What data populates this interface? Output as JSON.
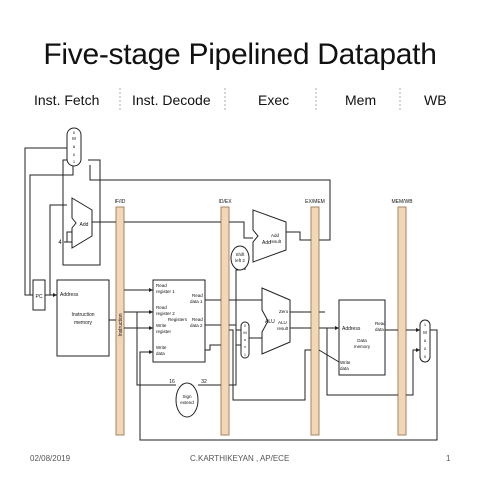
{
  "title": "Five-stage Pipelined Datapath",
  "stages": [
    "Inst. Fetch",
    "Inst. Decode",
    "Exec",
    "Mem",
    "WB"
  ],
  "pipeline_registers": [
    "IF/ID",
    "ID/EX",
    "EX/MEM",
    "MEM/WB"
  ],
  "stage_register_text": "Instruction",
  "components": {
    "pc": "PC",
    "add": "Add",
    "four": "4",
    "mux_letters": [
      "M",
      "u",
      "x"
    ],
    "mux_inputs": [
      "0",
      "1"
    ],
    "instr_mem": {
      "address": "Address",
      "line1": "Instruction",
      "line2": "memory"
    },
    "regs": {
      "read_reg1_a": "Read",
      "read_reg1_b": "register 1",
      "read_reg2_a": "Read",
      "read_reg2_b": "register 2",
      "registers": "Registers",
      "write_reg_a": "Write",
      "write_reg_b": "register",
      "write_data_a": "Write",
      "write_data_b": "data",
      "read_data1_a": "Read",
      "read_data1_b": "data 1",
      "read_data2_a": "Read",
      "read_data2_b": "data 2"
    },
    "shift": {
      "a": "Shift",
      "b": "left 2"
    },
    "add_result": {
      "add": "Add",
      "a": "Add",
      "b": "result"
    },
    "alu": {
      "label": "ALU",
      "zero": "Zero",
      "a": "ALU",
      "b": "result"
    },
    "data_mem": {
      "address": "Address",
      "read_a": "Read",
      "read_b": "data",
      "line1": "Data",
      "line2": "memory",
      "write_a": "Write",
      "write_b": "data"
    },
    "sign": {
      "a": "Sign",
      "b": "extend",
      "in_bits": "16",
      "out_bits": "32"
    }
  },
  "footer": {
    "date": "02/08/2019",
    "author": "C.KARTHIKEYAN , AP/ECE",
    "page": "1"
  },
  "colors": {
    "pipeline_register_fill": "#f1d6b8",
    "pipeline_register_stroke": "#a88460"
  }
}
